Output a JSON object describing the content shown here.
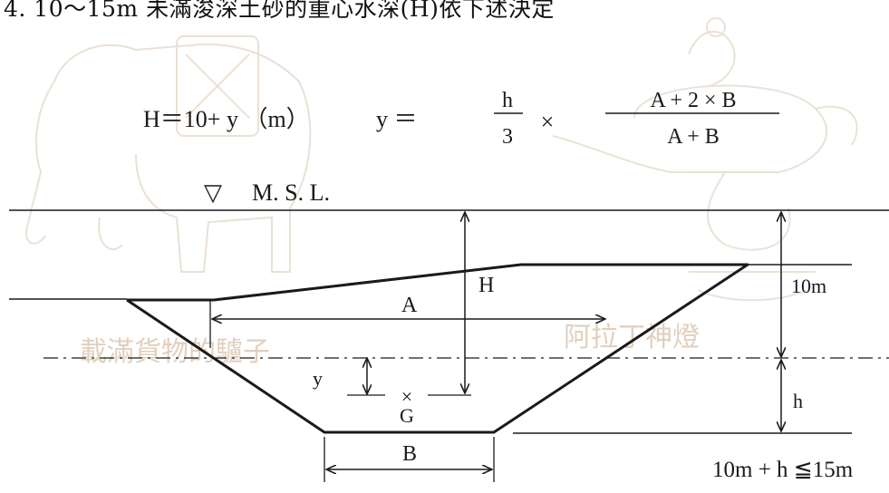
{
  "heading": "4. 10～15m 未滿浚深土砂的重心水深(H)依下述決定",
  "formula": {
    "h_eq": "H＝10+ y （m）",
    "y_eq": "y ＝",
    "frac1_num": "h",
    "frac1_den": "3",
    "times": "×",
    "frac2_num": "A + 2 × B",
    "frac2_den": "A + B"
  },
  "labels": {
    "msl_symbol": "▽",
    "msl": "M. S. L.",
    "H": "H",
    "A": "A",
    "B": "B",
    "y": "y",
    "G": "G",
    "G_mark": "×",
    "h": "h",
    "depth_10m": "10m",
    "condition": "10m + h ≦15m"
  },
  "watermark": {
    "left_text": "載滿貨物的驢子",
    "right_text": "阿拉丁神燈"
  },
  "colors": {
    "line": "#1a1a1a",
    "watermark": "#c9a98a",
    "lamp": "#d9c7b0",
    "donkey": "#d6bfa0"
  }
}
